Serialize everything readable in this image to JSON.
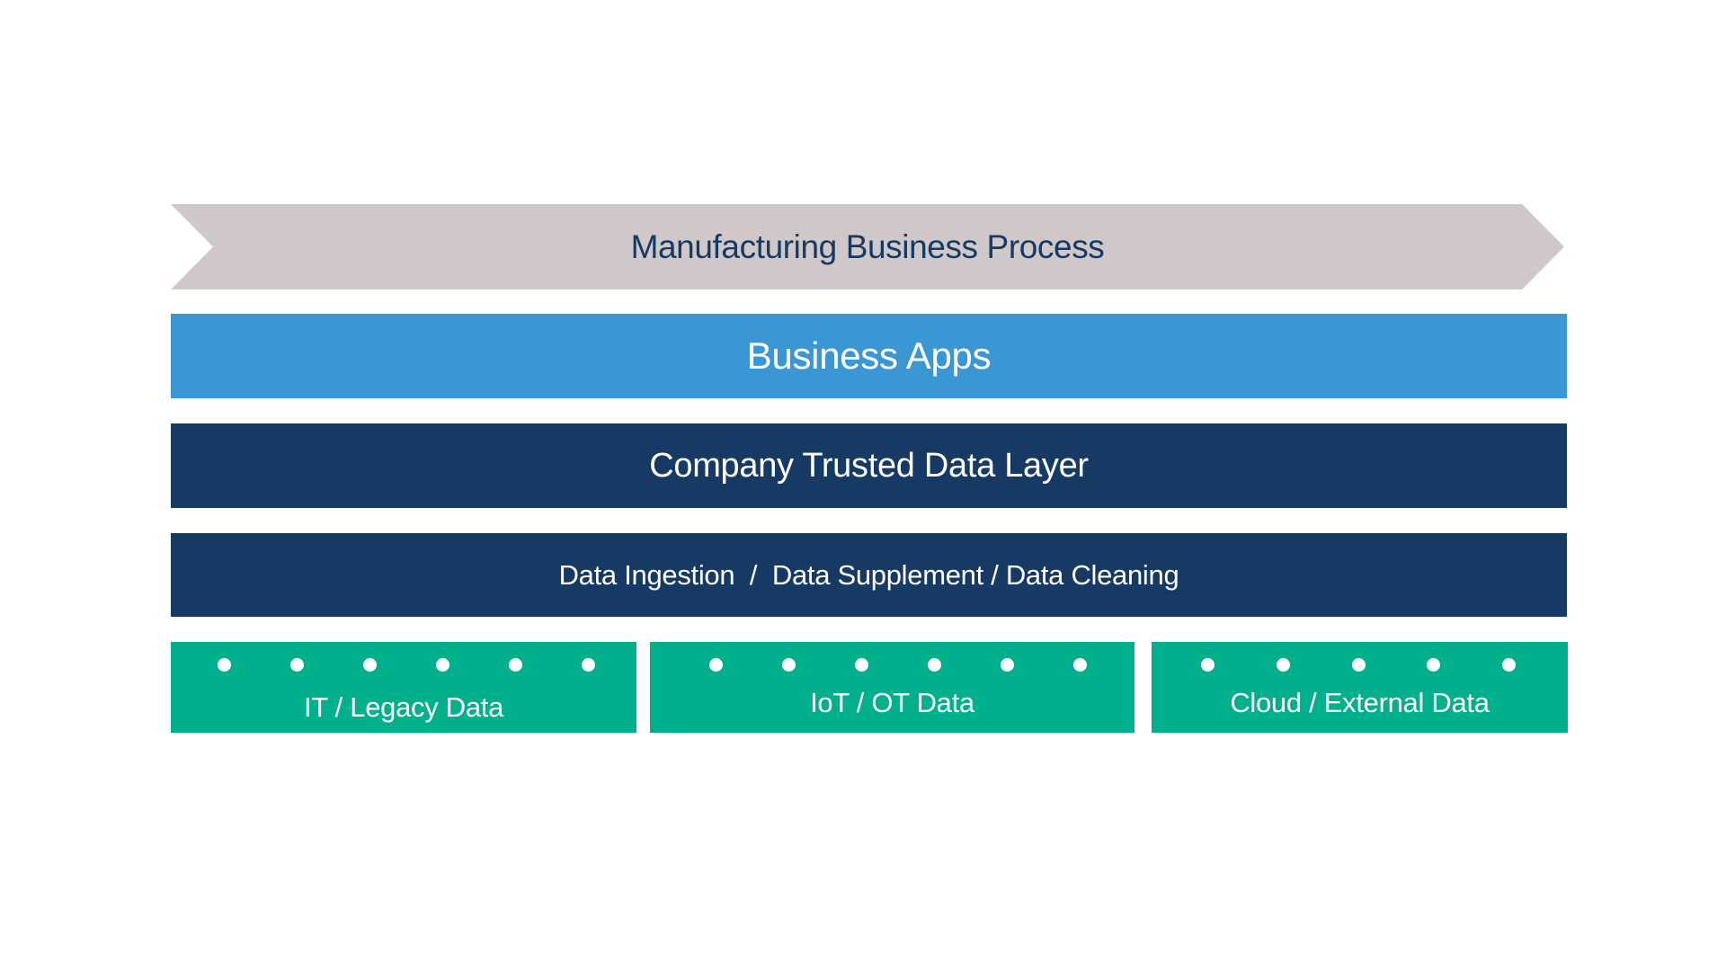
{
  "colors": {
    "process_fill": "#d0c7c8",
    "process_text": "#173a64",
    "apps_fill": "#3b97d4",
    "dark_fill": "#173a64",
    "source_fill": "#00b08c",
    "dot_color": "#ffffff"
  },
  "diagram": {
    "process": {
      "label": "Manufacturing Business Process",
      "shape": "chevron-arrow"
    },
    "apps": {
      "label": "Business Apps"
    },
    "trusted": {
      "label": "Company Trusted Data Layer"
    },
    "ingestion": {
      "label": "Data Ingestion  /  Data Supplement / Data Cleaning"
    },
    "sources": [
      {
        "label": "IT /  Legacy Data",
        "dot_count": 6
      },
      {
        "label": "IoT / OT Data",
        "dot_count": 6
      },
      {
        "label": "Cloud / External Data",
        "dot_count": 5
      }
    ]
  }
}
